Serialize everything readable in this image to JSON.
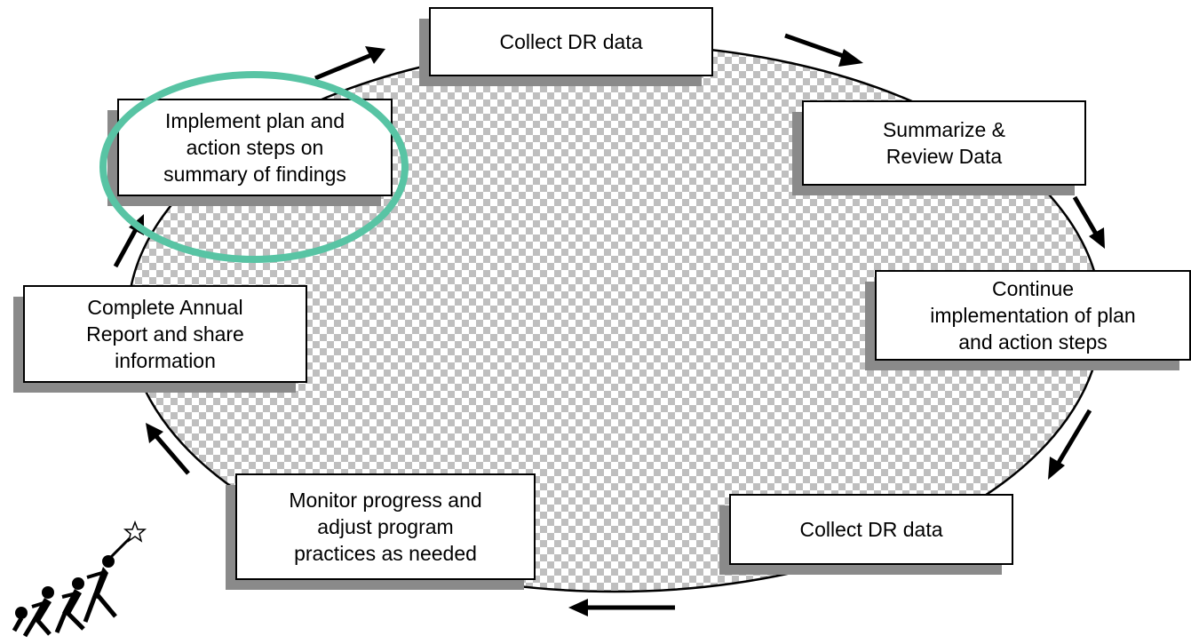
{
  "steps": [
    {
      "id": "collect-top",
      "lines": [
        "Collect DR data"
      ]
    },
    {
      "id": "summarize",
      "lines": [
        "Summarize &",
        "Review Data"
      ]
    },
    {
      "id": "continue",
      "lines": [
        "Continue",
        "implementation of plan",
        "and action steps"
      ]
    },
    {
      "id": "collect-bottom",
      "lines": [
        "Collect DR data"
      ]
    },
    {
      "id": "monitor",
      "lines": [
        "Monitor progress and",
        "adjust program",
        "practices as needed"
      ]
    },
    {
      "id": "annual",
      "lines": [
        "Complete Annual",
        "Report and share",
        "information"
      ]
    },
    {
      "id": "implement",
      "lines": [
        "Implement plan and",
        "action steps on",
        "summary of findings"
      ]
    }
  ],
  "highlight": {
    "step": "implement",
    "color": "#58c4a4"
  },
  "colors": {
    "box_border": "#000000",
    "box_fill": "#ffffff",
    "box_shadow": "#8a8a8a",
    "arrow": "#000000"
  },
  "decorative": {
    "children_icon": "children-running-to-star-icon"
  }
}
